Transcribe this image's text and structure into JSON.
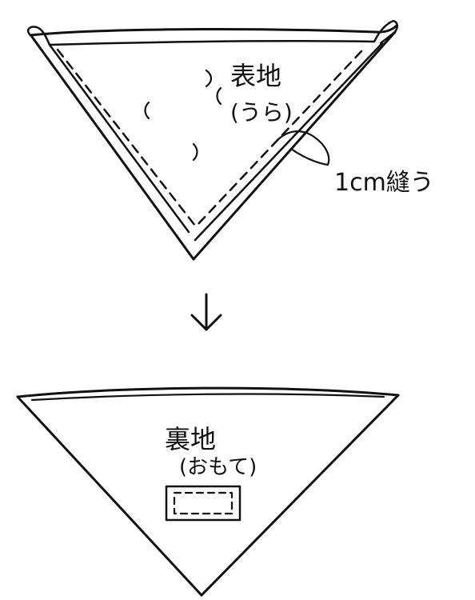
{
  "top_panel": {
    "fabric_label": "表地",
    "side_label": "(うら)",
    "seam_label": "1cm縫う"
  },
  "arrow": {
    "direction": "down"
  },
  "bottom_panel": {
    "fabric_label": "裏地",
    "side_label": "(おもて)"
  }
}
